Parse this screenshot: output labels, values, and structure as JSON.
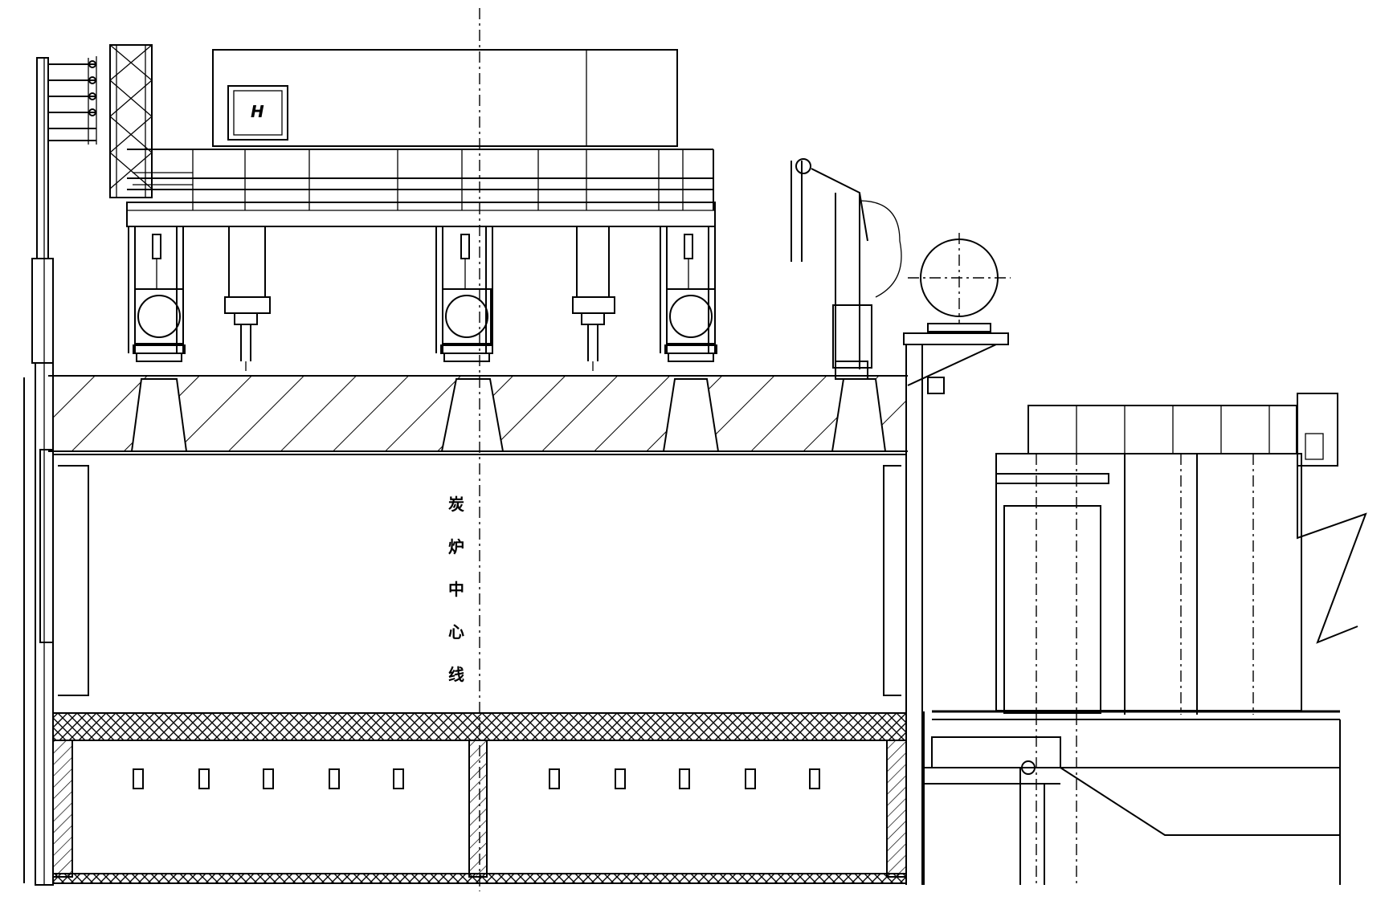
{
  "drawing": {
    "vertical_label_chars": [
      "炭",
      "炉",
      "中",
      "心",
      "线"
    ],
    "boiler_tag": "H"
  }
}
